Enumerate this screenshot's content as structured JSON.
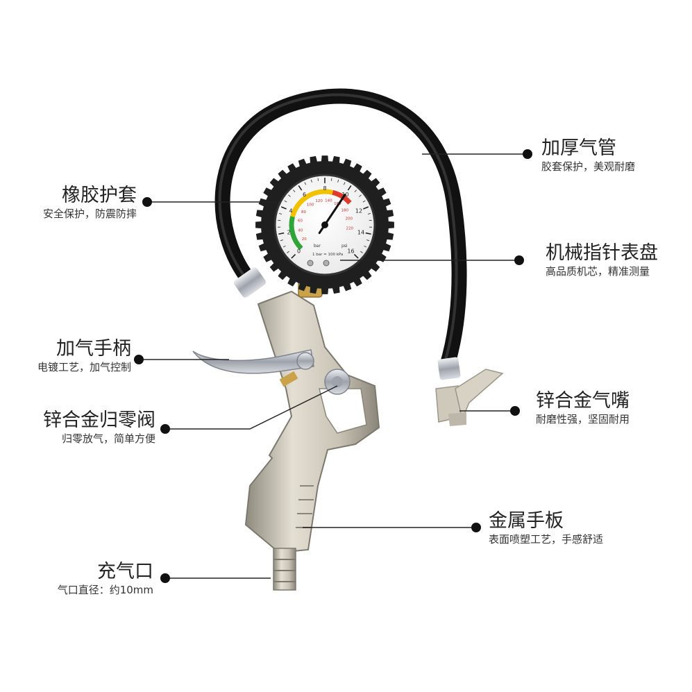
{
  "colors": {
    "background": "#ffffff",
    "leader_line": "#222222",
    "hose": "#1c1c1c",
    "gauge_ring": "#222222",
    "dial_face": "#fbfbfb",
    "arc_green": "#2fa537",
    "arc_yellow": "#f2c200",
    "arc_red": "#e03a2c",
    "metal_body": "#c9c3b5",
    "chrome": "#b8bcc4",
    "brass": "#c9a24a"
  },
  "gauge": {
    "outer_scale": [
      "0",
      "2",
      "4",
      "6",
      "8",
      "10",
      "12",
      "14",
      "16"
    ],
    "inner_scale": [
      "20",
      "40",
      "60",
      "80",
      "100",
      "120",
      "140",
      "160",
      "180",
      "200",
      "220"
    ],
    "unit_bar": "bar",
    "unit_psi": "psi",
    "note": "1 bar = 100 kPa",
    "needle_value": 10
  },
  "callouts": [
    {
      "id": "hose",
      "side": "right",
      "title": "加厚气管",
      "subtitle": "胶套保护，美观耐磨",
      "icon": "dot-marker"
    },
    {
      "id": "rubber-cover",
      "side": "left",
      "title": "橡胶护套",
      "subtitle": "安全保护，防震防摔",
      "icon": "dot-marker"
    },
    {
      "id": "gauge-dial",
      "side": "right",
      "title": "机械指针表盘",
      "subtitle": "高品质机芯，精准测量",
      "icon": "dot-marker"
    },
    {
      "id": "trigger-handle",
      "side": "left",
      "title": "加气手柄",
      "subtitle": "电镀工艺，加气控制",
      "icon": "dot-marker"
    },
    {
      "id": "chuck-nozzle",
      "side": "right",
      "title": "锌合金气嘴",
      "subtitle": "耐磨性强，坚固耐用",
      "icon": "dot-marker"
    },
    {
      "id": "release-valve",
      "side": "left",
      "title": "锌合金归零阀",
      "subtitle": "归零放气，简单方便",
      "icon": "dot-marker"
    },
    {
      "id": "metal-handle",
      "side": "right",
      "title": "金属手板",
      "subtitle": "表面喷塑工艺，手感舒适",
      "icon": "dot-marker"
    },
    {
      "id": "air-inlet",
      "side": "left",
      "title": "充气口",
      "subtitle": "气口直径：约10mm",
      "icon": "dot-marker"
    }
  ]
}
